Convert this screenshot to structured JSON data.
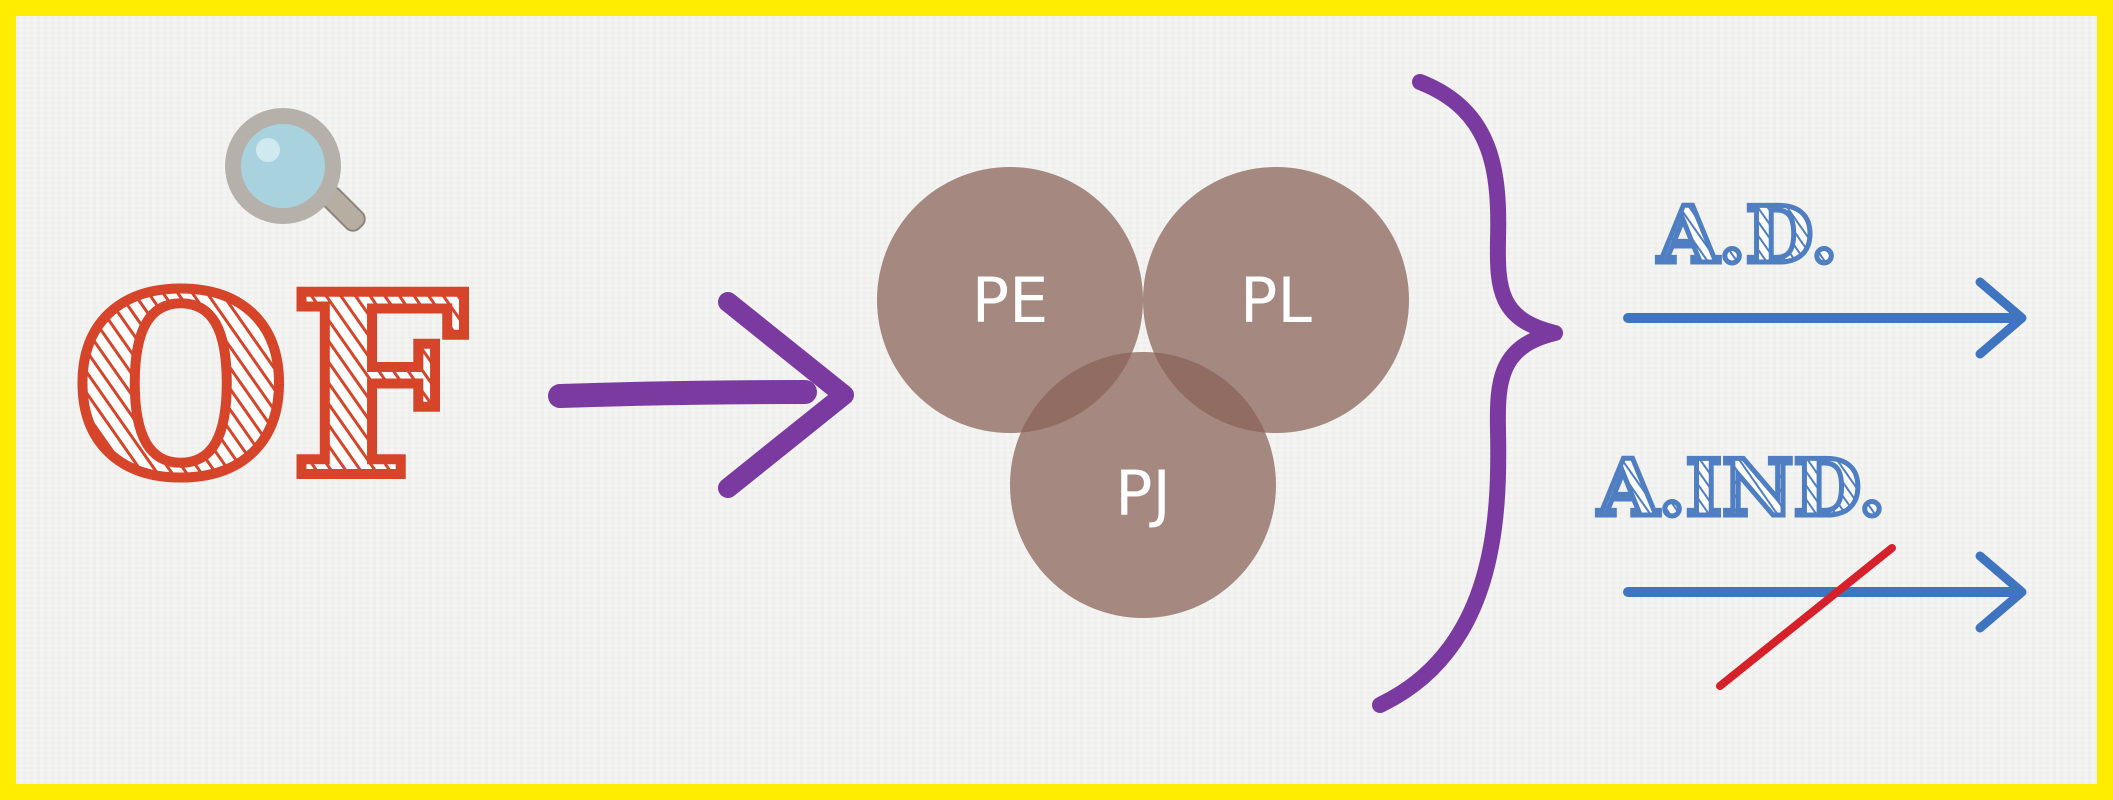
{
  "left_label": "OF",
  "circles": [
    {
      "label": "PE"
    },
    {
      "label": "PL"
    },
    {
      "label": "PJ"
    }
  ],
  "outputs": [
    {
      "label": "A.D."
    },
    {
      "label": "A.IND."
    }
  ],
  "colors": {
    "frame": "#ffed00",
    "of_red": "#d6452a",
    "purple": "#7b3aa0",
    "circle_brown": "#8a6258",
    "blue": "#3f74c0",
    "strike_red": "#d6202a"
  },
  "icons": [
    "magnifier-icon",
    "right-arrow-icon",
    "curly-brace-icon",
    "strikethrough-mark"
  ]
}
